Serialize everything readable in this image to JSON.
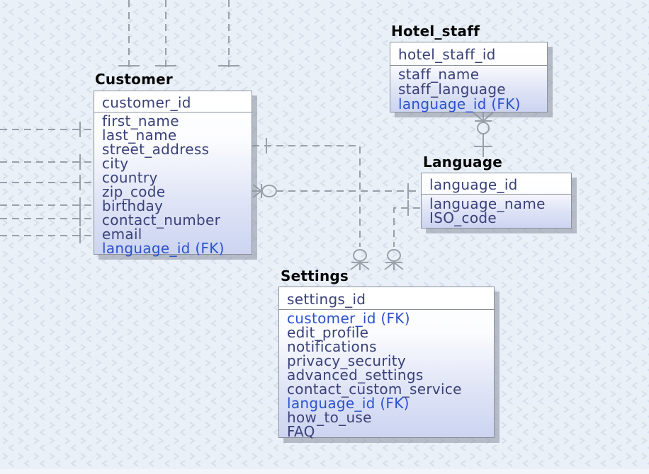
{
  "diagram": {
    "entities": [
      {
        "title": "Customer",
        "primary_key": "customer_id",
        "fields": [
          {
            "label": "first_name",
            "fk": false
          },
          {
            "label": "last_name",
            "fk": false
          },
          {
            "label": "street_address",
            "fk": false
          },
          {
            "label": "city",
            "fk": false
          },
          {
            "label": "country",
            "fk": false
          },
          {
            "label": "zip_code",
            "fk": false
          },
          {
            "label": "birthday",
            "fk": false
          },
          {
            "label": "contact_number",
            "fk": false
          },
          {
            "label": "email",
            "fk": false
          },
          {
            "label": "language_id (FK)",
            "fk": true
          }
        ]
      },
      {
        "title": "Hotel_staff",
        "primary_key": "hotel_staff_id",
        "fields": [
          {
            "label": "staff_name",
            "fk": false
          },
          {
            "label": "staff_language",
            "fk": false
          },
          {
            "label": "language_id (FK)",
            "fk": true
          }
        ]
      },
      {
        "title": "Language",
        "primary_key": "language_id",
        "fields": [
          {
            "label": "language_name",
            "fk": false
          },
          {
            "label": "ISO_code",
            "fk": false
          }
        ]
      },
      {
        "title": "Settings",
        "primary_key": "settings_id",
        "fields": [
          {
            "label": "customer_id (FK)",
            "fk": true
          },
          {
            "label": "edit_profile",
            "fk": false
          },
          {
            "label": "notifications",
            "fk": false
          },
          {
            "label": "privacy_security",
            "fk": false
          },
          {
            "label": "advanced_settings",
            "fk": false
          },
          {
            "label": "contact_custom_service",
            "fk": false
          },
          {
            "label": "language_id (FK)",
            "fk": true
          },
          {
            "label": "how_to_use",
            "fk": false
          },
          {
            "label": "FAQ",
            "fk": false
          }
        ]
      }
    ],
    "relationships": [
      {
        "parent": "Language",
        "child": "Customer",
        "parent_cardinality": "one",
        "child_cardinality": "zero-or-many",
        "line": "dashed"
      },
      {
        "parent": "Customer",
        "child": "Settings",
        "parent_cardinality": "one",
        "child_cardinality": "zero-or-many",
        "line": "dashed"
      },
      {
        "parent": "Language",
        "child": "Settings",
        "parent_cardinality": "one",
        "child_cardinality": "zero-or-many",
        "line": "dashed"
      },
      {
        "parent": "Language",
        "child": "Hotel_staff",
        "parent_cardinality": "one",
        "child_cardinality": "zero-or-many",
        "line": "solid"
      },
      {
        "parent": "Customer",
        "child": "offscreen-left",
        "stub_count": 6,
        "parent_cardinality": "one",
        "line": "dashed"
      },
      {
        "parent": "Customer",
        "child": "offscreen-top",
        "stub_count": 3,
        "parent_cardinality": "one",
        "line": "dashed"
      }
    ],
    "colors": {
      "background": "#eaf0f7",
      "pattern_chevron": "#d6dfec",
      "entity_gradient_top": "#ffffff",
      "entity_gradient_bottom": "#ccd4f1",
      "entity_border": "#8b919b",
      "entity_shadow": "#a9afba",
      "field_text": "#3a4178",
      "fk_text": "#2b52cd",
      "title_text": "#000000",
      "connector": "#98a0a9"
    }
  }
}
